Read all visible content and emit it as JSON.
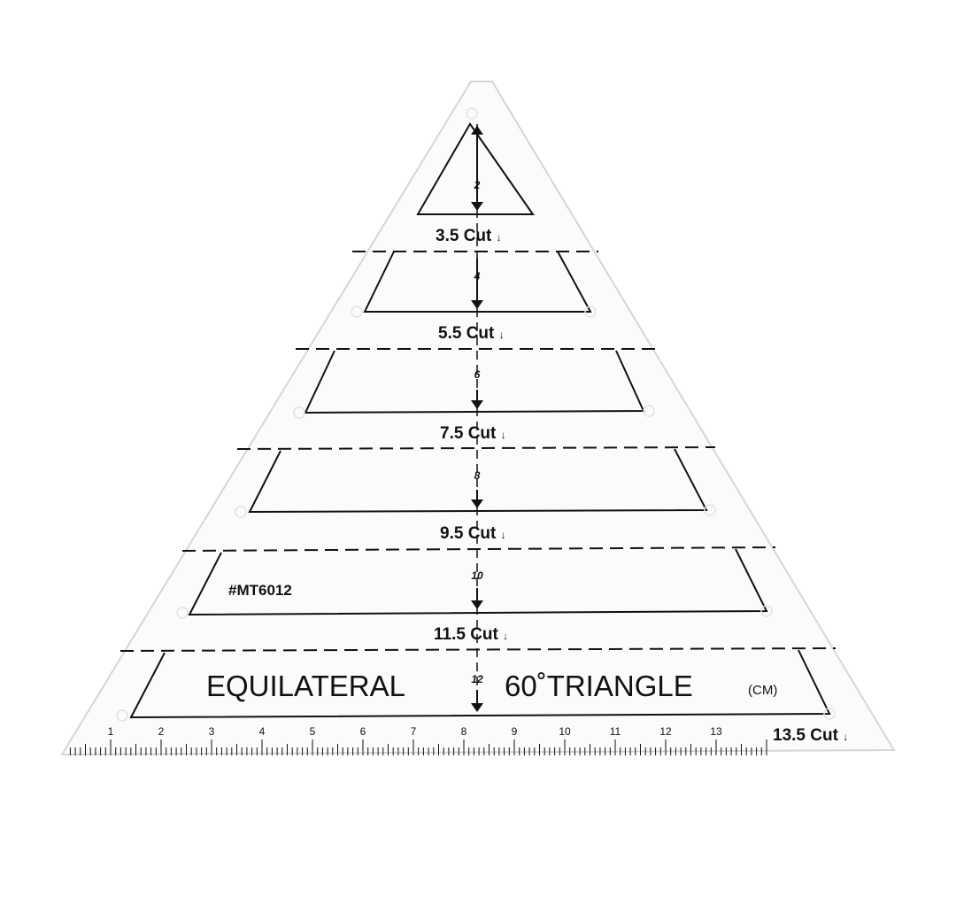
{
  "product": {
    "model": "#MT6012",
    "title_left": "EQUILATERAL",
    "title_right": "60˚TRIANGLE",
    "title_unit": "(CM)"
  },
  "rows": [
    {
      "height": "2",
      "cut": "3.5 Cut"
    },
    {
      "height": "4",
      "cut": "5.5 Cut"
    },
    {
      "height": "6",
      "cut": "7.5 Cut"
    },
    {
      "height": "8",
      "cut": "9.5 Cut"
    },
    {
      "height": "10",
      "cut": "11.5 Cut"
    },
    {
      "height": "12",
      "cut": "13.5 Cut"
    }
  ],
  "cut_arrow": "↓",
  "scale_numbers": [
    "1",
    "2",
    "3",
    "4",
    "5",
    "6",
    "7",
    "8",
    "9",
    "10",
    "11",
    "12",
    "13"
  ],
  "colors": {
    "ink": "#111111",
    "plastic": "#fbfbfb",
    "edge": "#d6d6d6"
  }
}
